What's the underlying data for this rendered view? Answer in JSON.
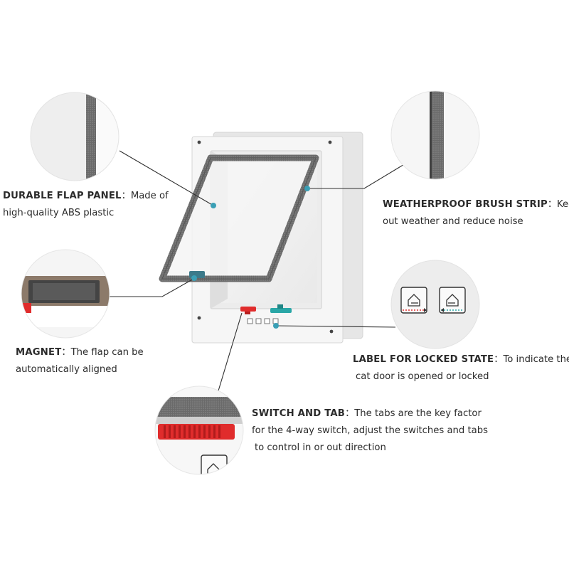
{
  "callouts": {
    "flap": {
      "heading": "DURABLE FLAP PANEL",
      "sep": "：",
      "line1_rest": "Made of",
      "line2": "high-quality ABS plastic"
    },
    "brush": {
      "heading": "WEATHERPROOF BRUSH STRIP",
      "sep": "：",
      "line1_rest": "Keep",
      "line2": "out weather and reduce noise"
    },
    "magnet": {
      "heading": "MAGNET",
      "sep": "：",
      "line1_rest": "The flap can be",
      "line2": "automatically aligned"
    },
    "label_state": {
      "heading": "LABEL FOR LOCKED STATE",
      "sep": "：",
      "line1_rest": "To indicate the",
      "line2": "cat door is opened or locked"
    },
    "switch": {
      "heading": "SWITCH AND TAB",
      "sep": "：",
      "line1_rest": "The tabs are the key factor",
      "line2": "for the 4-way switch, adjust the switches and tabs",
      "line3": "to control in or out direction"
    }
  },
  "colors": {
    "frame": "#f4f4f4",
    "frame_edge": "#d9d9d9",
    "brush": "#6b6b6b",
    "accent_red": "#e02c2c",
    "accent_teal": "#2aa7a7",
    "callout_dot": "#3a9fb5",
    "zoom_bg": "#ececec"
  },
  "icons": [
    "lock-in-icon",
    "lock-out-icon",
    "house-arrow-icon"
  ]
}
